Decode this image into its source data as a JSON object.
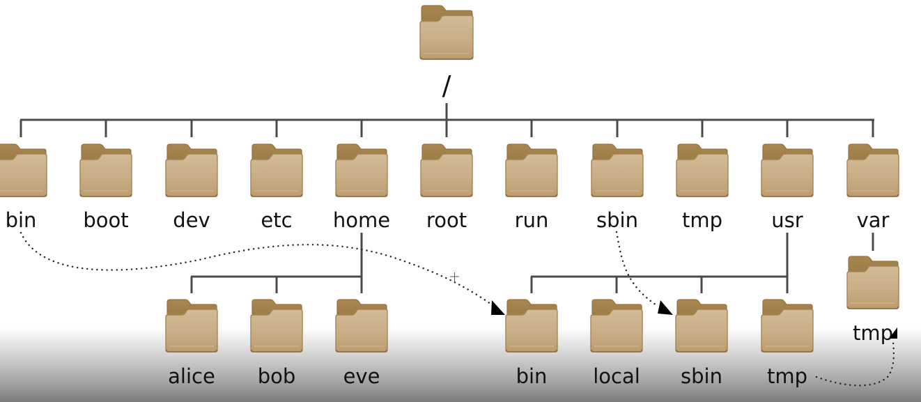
{
  "diagram": {
    "title": "Linux filesystem hierarchy",
    "colors": {
      "folder_front": "#cdb48e",
      "folder_back": "#a7834f",
      "folder_edge": "#9a7846",
      "line": "#4a4a4a",
      "text": "#111111"
    },
    "root": {
      "id": "root-dir",
      "label": "/"
    },
    "top_level": [
      {
        "id": "bin",
        "label": "bin"
      },
      {
        "id": "boot",
        "label": "boot"
      },
      {
        "id": "dev",
        "label": "dev"
      },
      {
        "id": "etc",
        "label": "etc"
      },
      {
        "id": "home",
        "label": "home"
      },
      {
        "id": "root",
        "label": "root"
      },
      {
        "id": "run",
        "label": "run"
      },
      {
        "id": "sbin",
        "label": "sbin"
      },
      {
        "id": "tmp",
        "label": "tmp"
      },
      {
        "id": "usr",
        "label": "usr"
      },
      {
        "id": "var",
        "label": "var"
      }
    ],
    "home_children": [
      {
        "id": "alice",
        "label": "alice"
      },
      {
        "id": "bob",
        "label": "bob"
      },
      {
        "id": "eve",
        "label": "eve"
      }
    ],
    "usr_children": [
      {
        "id": "usr-bin",
        "label": "bin"
      },
      {
        "id": "usr-local",
        "label": "local"
      },
      {
        "id": "usr-sbin",
        "label": "sbin"
      },
      {
        "id": "usr-tmp",
        "label": "tmp"
      }
    ],
    "var_children": [
      {
        "id": "var-tmp",
        "label": "tmp"
      }
    ],
    "links": [
      {
        "from": "bin",
        "to": "usr-bin",
        "style": "dotted-arrow"
      },
      {
        "from": "sbin",
        "to": "usr-sbin",
        "style": "dotted-arrow"
      },
      {
        "from": "usr-tmp",
        "to": "var-tmp",
        "style": "dotted-arrow"
      }
    ]
  }
}
